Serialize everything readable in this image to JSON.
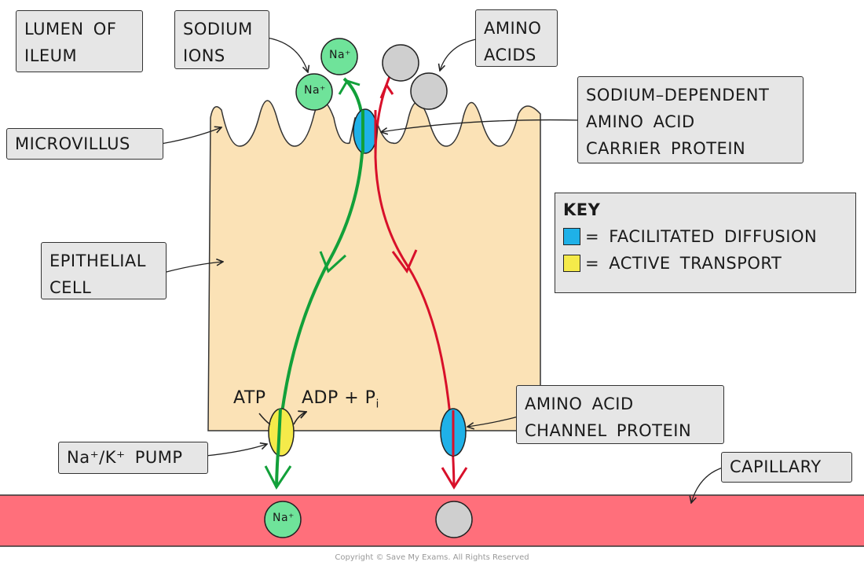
{
  "labels": {
    "lumen": [
      "LUMEN OF",
      "ILEUM"
    ],
    "sodium_ions": [
      "SODIUM",
      "IONS"
    ],
    "amino_acids": [
      "AMINO",
      "ACIDS"
    ],
    "carrier": [
      "SODIUM–DEPENDENT",
      "AMINO ACID",
      "CARRIER PROTEIN"
    ],
    "microvillus": "MICROVILLUS",
    "epithelial": [
      "EPITHELIAL",
      "CELL"
    ],
    "channel": [
      "AMINO ACID",
      "CHANNEL PROTEIN"
    ],
    "pump": "Na⁺/K⁺ PUMP",
    "capillary": "CAPILLARY",
    "atp": "ATP",
    "adp": "ADP + P",
    "adp_sub": "i",
    "na_ion": "Na⁺"
  },
  "key": {
    "title": "KEY",
    "items": [
      {
        "label": "= FACILITATED DIFFUSION",
        "color": "#1fb1e8"
      },
      {
        "label": "= ACTIVE TRANSPORT",
        "color": "#f5ea4a"
      }
    ]
  },
  "colors": {
    "cell": "#fbe2b6",
    "capillary": "#ff6f7b",
    "sodium": "#6fe39a",
    "amino_acid": "#cfcfcf",
    "sodium_path": "#12a03a",
    "amino_path": "#d8102a"
  },
  "copyright": "Copyright © Save My Exams. All Rights Reserved"
}
